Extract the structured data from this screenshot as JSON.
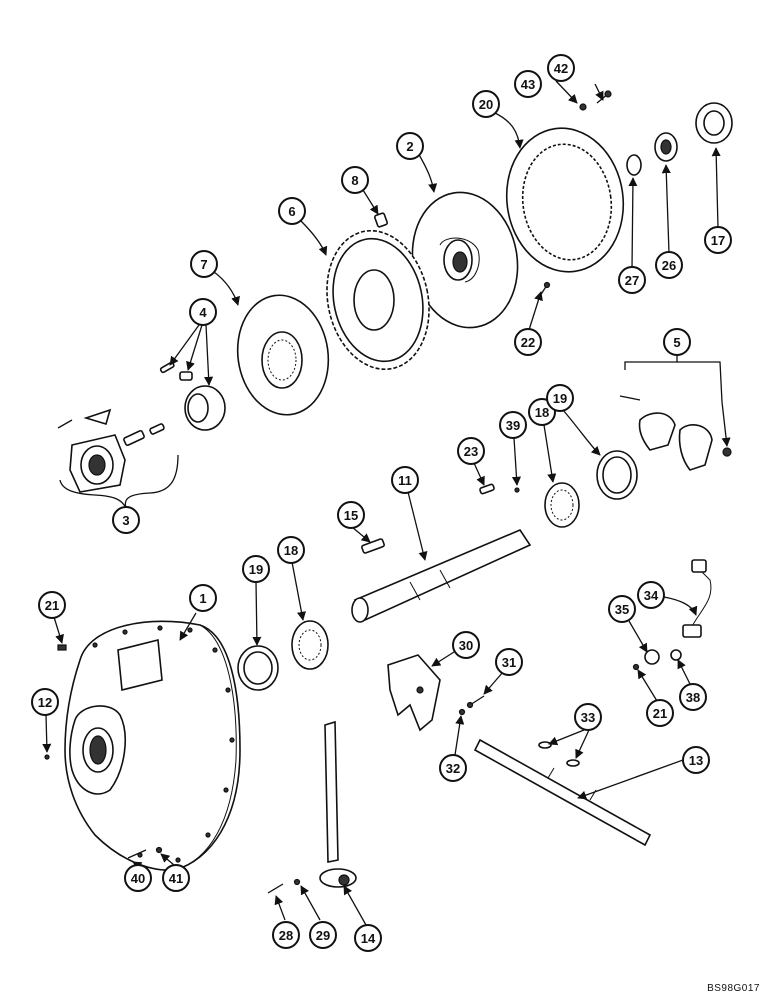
{
  "callouts": [
    "1",
    "2",
    "3",
    "4",
    "5",
    "6",
    "7",
    "8",
    "11",
    "12",
    "13",
    "14",
    "15",
    "17",
    "18",
    "18",
    "19",
    "19",
    "20",
    "21",
    "21",
    "22",
    "23",
    "26",
    "27",
    "28",
    "29",
    "30",
    "31",
    "32",
    "33",
    "34",
    "35",
    "38",
    "39",
    "40",
    "41",
    "42",
    "43"
  ],
  "reference_code": "BS98G017"
}
